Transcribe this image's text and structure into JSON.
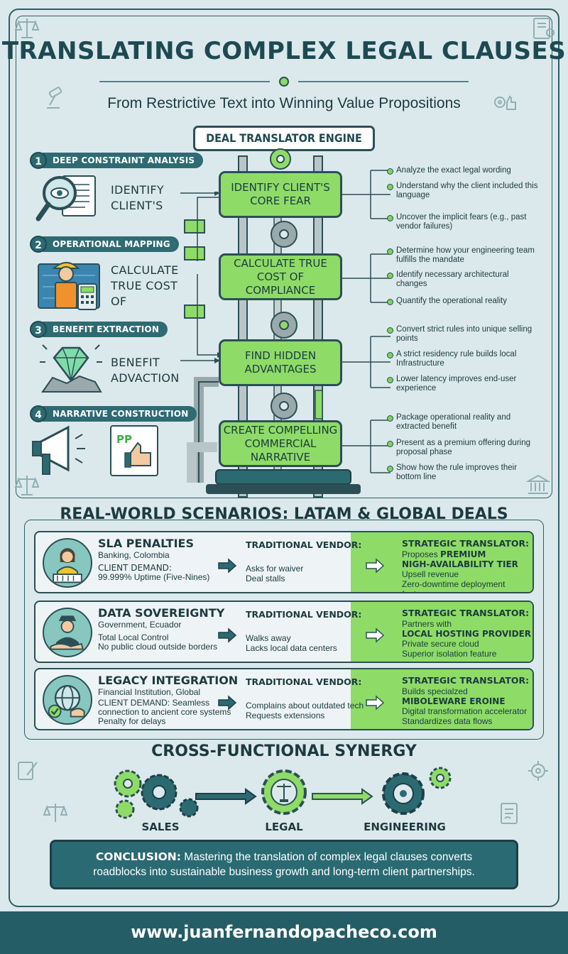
{
  "header": {
    "title": "TRANSLATING COMPLEX LEGAL CLAUSES",
    "subtitle": "From Restrictive Text into Winning Value Propositions",
    "engine_label": "DEAL TRANSLATOR ENGINE"
  },
  "steps": [
    {
      "num": "1",
      "label": "DEEP CONSTRAINT ANALYSIS",
      "text": [
        "IDENTIFY",
        "CLIENT'S"
      ],
      "icon": "magnifier-eye-icon"
    },
    {
      "num": "2",
      "label": "OPERATIONAL MAPPING",
      "text": [
        "CALCULATE",
        "TRUE COST",
        "OF"
      ],
      "icon": "engineer-calculator-icon"
    },
    {
      "num": "3",
      "label": "BENEFIT EXTRACTION",
      "text": [
        "BENEFIT",
        "ADVACTION"
      ],
      "icon": "diamond-icon"
    },
    {
      "num": "4",
      "label": "NARRATIVE CONSTRUCTION",
      "text": [],
      "icon": "megaphone-thumbsup-icon",
      "doc_label": "PP"
    }
  ],
  "machine": [
    {
      "lines": [
        "IDENTIFY CLIENT'S",
        "CORE FEAR"
      ],
      "bullets": [
        "Analyze the exact legal wording",
        "Understand why the client included this language",
        "Uncover the implicit fears (e.g., past vendor failures)"
      ]
    },
    {
      "lines": [
        "CALCULATE TRUE",
        "COST OF COMPLIANCE"
      ],
      "bullets": [
        "Determine how your engineering team fulfills the mandate",
        "Identify necessary architectural changes",
        "Quantify the operational reality"
      ]
    },
    {
      "lines": [
        "FIND HIDDEN",
        "ADVANTAGES"
      ],
      "bullets": [
        "Convert strict rules into unique selling points",
        "A strict residency rule builds local Infrastructure",
        "Lower latency improves end-user experience"
      ]
    },
    {
      "lines": [
        "CREATE COMPELLING",
        "COMMERCIAL NARRATIVE"
      ],
      "bullets": [
        "Package operational reality and extracted benefit",
        "Present as a premium offering during proposal phase",
        "Show how the rule improves their bottom line"
      ]
    }
  ],
  "scenarios_title": "REAL-WORLD SCENARIOS: LATAM & GLOBAL DEALS",
  "scenarios": [
    {
      "title": "SLA PENALTIES",
      "sub": "Banking, Colombia",
      "demand": [
        "CLIENT DEMAND:",
        "99.999% Uptime (Five-Nines)"
      ],
      "trad_head": "TRADITIONAL VENDOR:",
      "trad": [
        "Asks for waiver",
        "Deal stalls"
      ],
      "strat_head": "STRATEGIC TRANSLATOR:",
      "strat_pre": "Proposes",
      "strat_hl1": "PREMIUM",
      "strat_hl2": "NIGH-AVAILABILITY TIER",
      "strat": [
        "Upsell revenue",
        "Zero-downtime deployment feature"
      ],
      "avatar": "banker-icon"
    },
    {
      "title": "DATA SOVEREIGNTY",
      "sub": "Government, Ecuador",
      "demand": [
        "Total Local Control",
        "No public cloud outside borders"
      ],
      "trad_head": "TRADITIONAL VENDOR:",
      "trad": [
        "Walks away",
        "Lacks local data centers"
      ],
      "strat_head": "STRATEGIC TRANSLATOR:",
      "strat_pre": "Partners with",
      "strat_hl1": "",
      "strat_hl2": "LOCAL HOSTING PROVIDER",
      "strat": [
        "Private secure cloud",
        "Superior isolation feature"
      ],
      "avatar": "officer-icon"
    },
    {
      "title": "LEGACY INTEGRATION",
      "sub": "Financial Institution, Global",
      "demand": [
        "CLIENT DEMAND: Seamless",
        "connection to ancient core systems",
        "Penalty for delays"
      ],
      "trad_head": "TRADITIONAL VENDOR:",
      "trad": [
        "Complains about outdated tech",
        "Requests extensions"
      ],
      "strat_head": "STRATEGIC TRANSLATOR:",
      "strat_pre": "Builds specialzed",
      "strat_hl1": "",
      "strat_hl2": "MIBOLEWARE EROINE",
      "strat": [
        "Digital transformation accelerator",
        "Standardizes data flows"
      ],
      "avatar": "globe-icon"
    }
  ],
  "synergy": {
    "title": "CROSS-FUNCTIONAL SYNERGY",
    "labels": [
      "SALES",
      "LEGAL",
      "ENGINEERING"
    ]
  },
  "conclusion": {
    "lead": "CONCLUSION:",
    "line1": "Mastering the translation of complex legal clauses converts",
    "line2": "roadblocks into sustainable business growth and long-term client partnerships."
  },
  "footer": "www.juanfernandopacheco.com",
  "colors": {
    "teal": "#2a6a73",
    "green": "#8edc67",
    "dark": "#1c3a40",
    "bg": "#dce9ec"
  }
}
